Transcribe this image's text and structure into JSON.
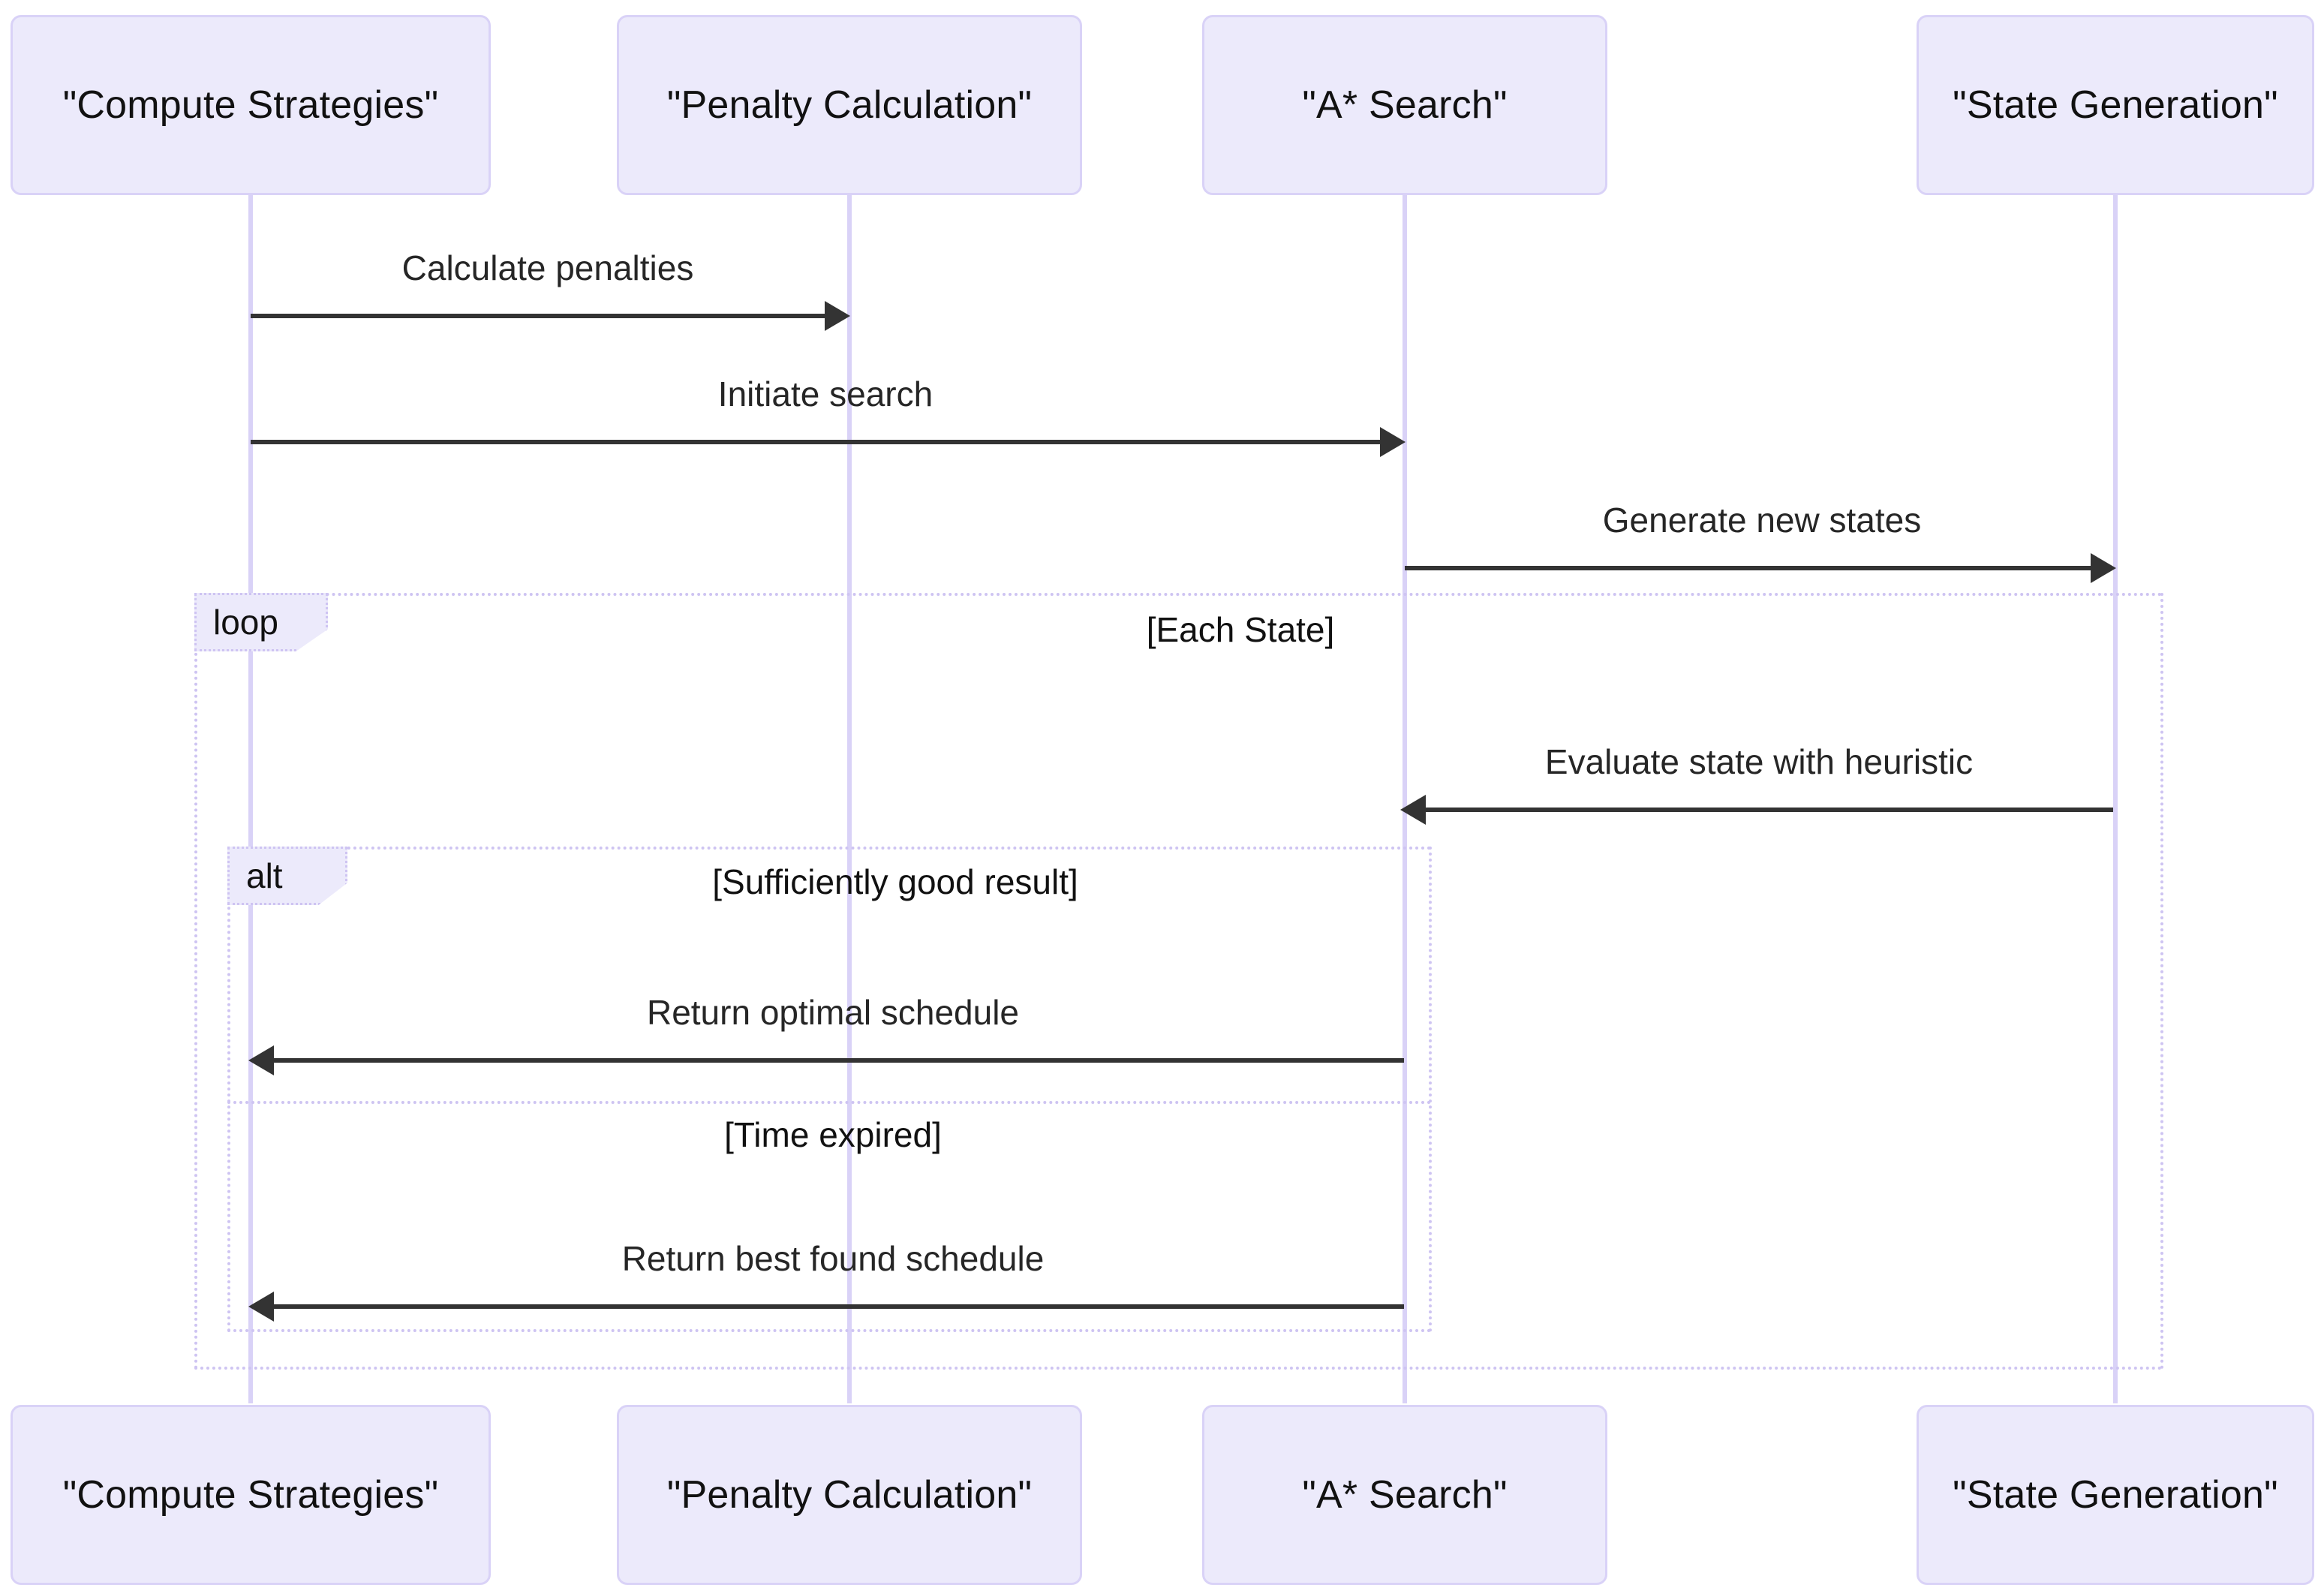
{
  "diagram": {
    "type": "sequence-diagram",
    "background_color": "#ffffff",
    "participant_fill": "#ECEAFB",
    "participant_border": "#D9D2F7",
    "lifeline_color": "#D9D2F7",
    "message_color": "#333333",
    "fragment_border_color": "#CEC4F2"
  },
  "participants": [
    {
      "id": "compute",
      "label": "\"Compute Strategies\""
    },
    {
      "id": "penalty",
      "label": "\"Penalty Calculation\""
    },
    {
      "id": "astar",
      "label": "\"A* Search\""
    },
    {
      "id": "stategen",
      "label": "\"State Generation\""
    }
  ],
  "participants_bottom": [
    {
      "id": "compute",
      "label": "\"Compute Strategies\""
    },
    {
      "id": "penalty",
      "label": "\"Penalty Calculation\""
    },
    {
      "id": "astar",
      "label": "\"A* Search\""
    },
    {
      "id": "stategen",
      "label": "\"State Generation\""
    }
  ],
  "messages": [
    {
      "id": "m1",
      "label": "Calculate penalties",
      "from": "compute",
      "to": "penalty",
      "direction": "right"
    },
    {
      "id": "m2",
      "label": "Initiate search",
      "from": "compute",
      "to": "astar",
      "direction": "right"
    },
    {
      "id": "m3",
      "label": "Generate new states",
      "from": "astar",
      "to": "stategen",
      "direction": "right"
    },
    {
      "id": "m4",
      "label": "Evaluate state with heuristic",
      "from": "stategen",
      "to": "astar",
      "direction": "left"
    },
    {
      "id": "m5",
      "label": "Return optimal schedule",
      "from": "astar",
      "to": "compute",
      "direction": "left"
    },
    {
      "id": "m6",
      "label": "Return best found schedule",
      "from": "astar",
      "to": "compute",
      "direction": "left"
    }
  ],
  "fragments": [
    {
      "id": "loop-each-state",
      "kind": "loop",
      "tag": "loop",
      "condition": "[Each State]"
    },
    {
      "id": "alt-result",
      "kind": "alt",
      "tag": "alt",
      "condition": "[Sufficiently good result]",
      "else_condition": "[Time expired]"
    }
  ]
}
